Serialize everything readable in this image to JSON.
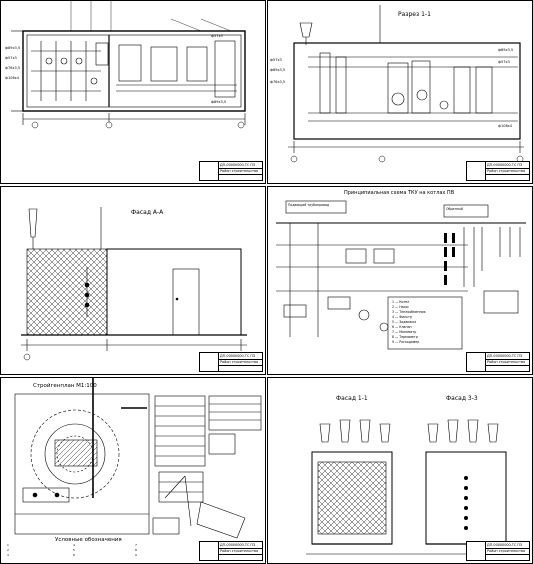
{
  "sheets": [
    {
      "title": "",
      "stamp_code": "ДП-00000000-ТС ПЗ",
      "stamp_org": "Район строительства"
    },
    {
      "title": "Разрез 1-1",
      "stamp_code": "ДП-00000000-ТС ПЗ",
      "stamp_org": "Район строительства"
    },
    {
      "title": "Фасад А-А",
      "stamp_code": "ДП-00000000-ТС ПЗ",
      "stamp_org": "Район строительства"
    },
    {
      "title": "Принципиальная схема ТКУ на котлах ПВ",
      "stamp_code": "ДП-00000000-ТС ПЗ",
      "stamp_org": "Район строительства"
    },
    {
      "title": "Стройгенплан М1:100",
      "stamp_code": "ДП-00000000-ТС ПЗ",
      "stamp_org": "Район строительства"
    },
    {
      "title_left": "Фасад 1-1",
      "title_right": "Фасад 3-3",
      "stamp_code": "ДП-00000000-ТС ПЗ",
      "stamp_org": "Район строительства"
    }
  ],
  "legend_title": "Условные обозначения",
  "schema_boxes": {
    "box1": "Подающий трубопровод",
    "box2": "Обратный"
  }
}
